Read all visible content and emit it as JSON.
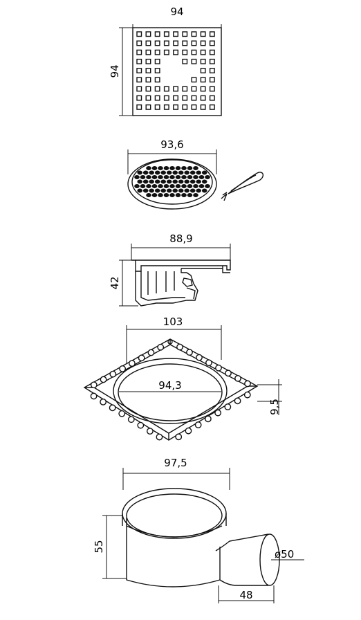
{
  "labels": {
    "grate_square_width": "94",
    "grate_square_height": "94",
    "grate_round_diameter": "93,6",
    "trap_width": "88,9",
    "trap_height": "42",
    "flange_width": "103",
    "flange_inner_diameter": "94,3",
    "flange_height": "9,5",
    "body_width": "97,5",
    "body_height": "55",
    "outlet_diameter": "ø50",
    "outlet_length": "48"
  },
  "icons": [
    "square-grate-drawing",
    "round-grate-drawing",
    "lifting-hook-icon",
    "trap-section-drawing",
    "flange-drawing",
    "drain-body-drawing"
  ]
}
